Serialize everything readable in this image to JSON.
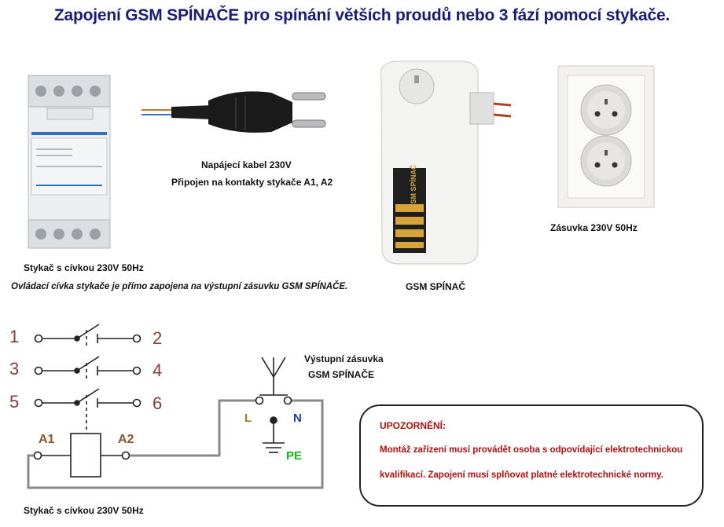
{
  "title": "Zapojení GSM SPÍNAČE pro spínání větších proudů nebo 3 fází pomocí stykače.",
  "captions": {
    "cable_line1": "Napájecí kabel 230V",
    "cable_line2": "Připojen na kontakty stykače A1, A2",
    "socket": "Zásuvka 230V 50Hz",
    "contactor": "Stykač s cívkou 230V 50Hz",
    "coil_note": "Ovládací cívka stykače je přímo zapojena na výstupní zásuvku GSM SPÍNAČE.",
    "gsm": "GSM SPÍNAČ"
  },
  "device_labels": {
    "gsm_brand": "GSM SPÍNAČ"
  },
  "schematic": {
    "terminals": [
      "1",
      "2",
      "3",
      "4",
      "5",
      "6"
    ],
    "coil_terminals": [
      "A1",
      "A2"
    ],
    "output_label_line1": "Výstupní zásuvka",
    "output_label_line2": "GSM SPÍNAČE",
    "socket_pins": {
      "L": "L",
      "N": "N",
      "PE": "PE"
    },
    "bottom_caption": "Stykač s cívkou 230V 50Hz"
  },
  "warning": {
    "heading": "UPOZORNĚNÍ:",
    "line1": "Montáž zařízení musí provádět osoba s odpovídající elektrotechnickou",
    "line2": "kvalifikací. Zapojení musí splňovat platné elektrotechnické normy."
  },
  "colors": {
    "title": "#1c1c78",
    "terminal_numbers": "#8b3a3a",
    "coil_terminal_labels": "#8b5a2b",
    "L_label": "#b07020",
    "N_label": "#1a3cc8",
    "PE_label": "#14b814",
    "warning_text": "#b01010"
  }
}
